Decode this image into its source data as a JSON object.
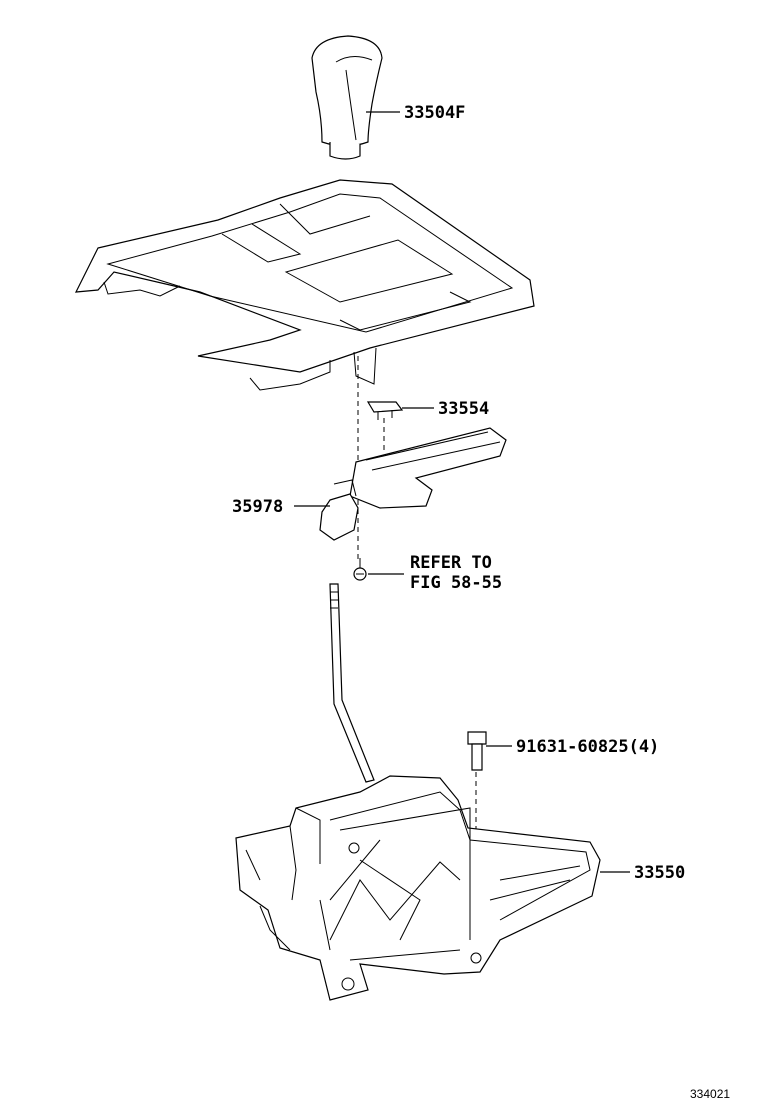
{
  "callouts": {
    "shift_knob": "33504F",
    "indicator_plate": "33554",
    "lock_solenoid": "35978",
    "refer_line1": "REFER TO",
    "refer_line2": "FIG 58-55",
    "bolt": "91631-60825(4)",
    "shift_lever_assy": "33550"
  },
  "figure_id": "334021"
}
